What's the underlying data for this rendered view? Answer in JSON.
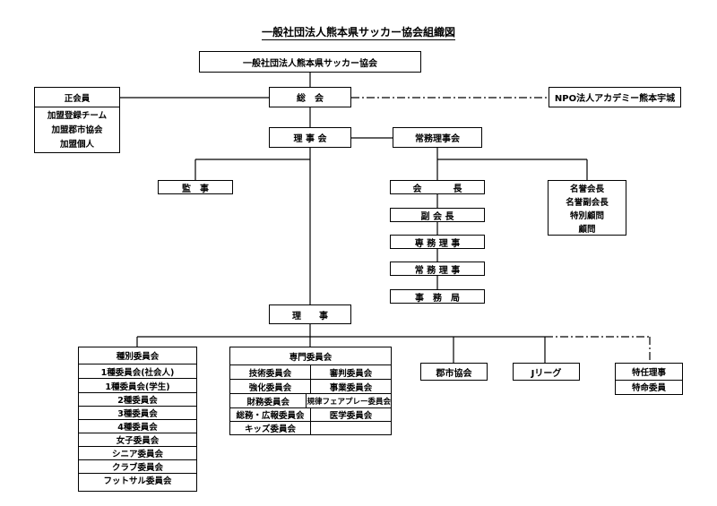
{
  "title": "一般社団法人熊本県サッカー協会組織図",
  "top": {
    "org": "一般社団法人熊本県サッカー協会"
  },
  "general_assembly": "総　会",
  "members": {
    "header": "正会員",
    "items": [
      "加盟登録チーム",
      "加盟郡市協会",
      "加盟個人"
    ]
  },
  "npo": "NPO法人アカデミー熊本宇城",
  "board": "理 事 会",
  "executive_board": "常務理事会",
  "auditor": "監　事",
  "officers": [
    "会　　長",
    "副 会 長",
    "専 務 理 事",
    "常 務 理 事",
    "事　務　局"
  ],
  "honorary": [
    "名誉会長",
    "名誉副会長",
    "特別顧問",
    "顧問"
  ],
  "directors": "理　　事",
  "type_committees": {
    "header": "種別委員会",
    "items": [
      "1種委員会(社会人)",
      "1種委員会(学生)",
      "2種委員会",
      "3種委員会",
      "4種委員会",
      "女子委員会",
      "シニア委員会",
      "クラブ委員会",
      "フットサル委員会"
    ]
  },
  "special_committees": {
    "header": "専門委員会",
    "rows": [
      [
        "技術委員会",
        "審判委員会"
      ],
      [
        "強化委員会",
        "事業委員会"
      ],
      [
        "財務委員会",
        "規律フェアプレー委員会"
      ],
      [
        "総務・広報委員会",
        "医学委員会"
      ],
      [
        "キッズ委員会",
        ""
      ]
    ]
  },
  "city": "郡市協会",
  "jleague": "Jリーグ",
  "special_directors": {
    "header": "特任理事",
    "items": [
      "特命委員"
    ]
  }
}
